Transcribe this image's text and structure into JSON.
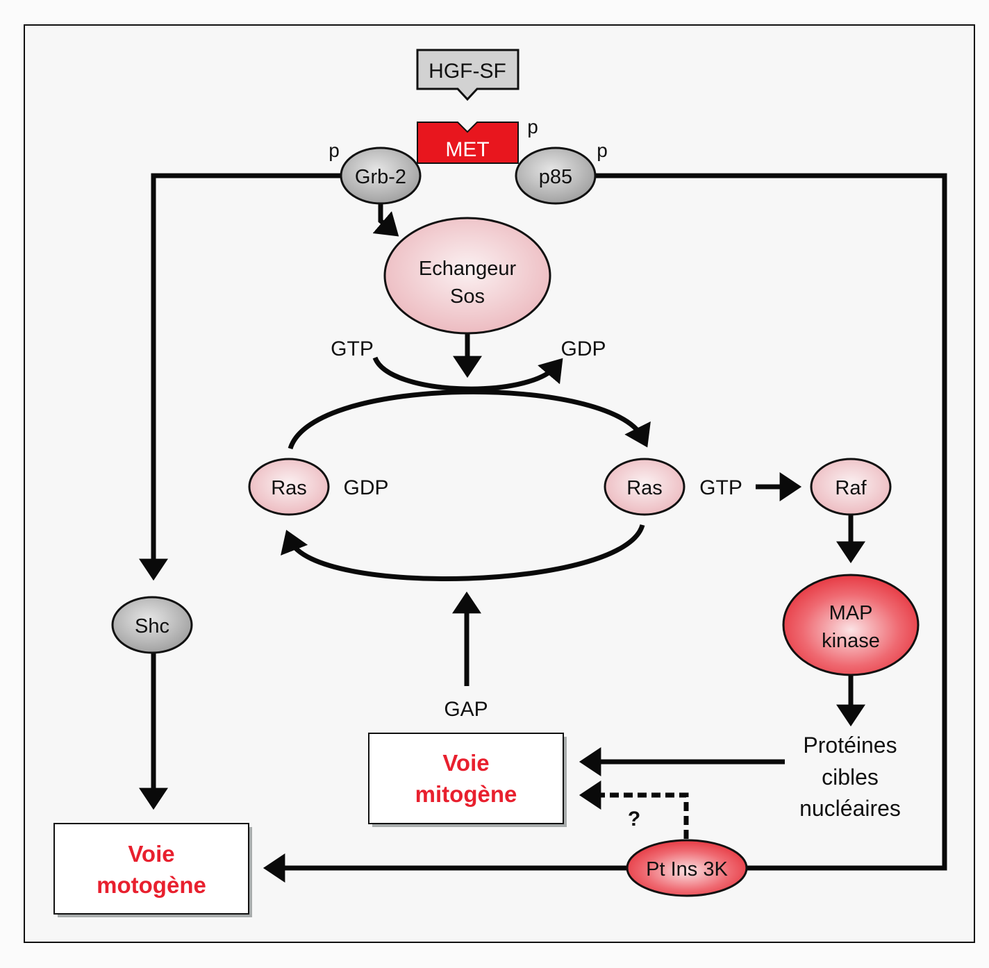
{
  "figure": {
    "ligand": "HGF-SF",
    "receptor": "MET",
    "phospho_marks": [
      "p",
      "p",
      "p"
    ],
    "adapters": {
      "grb2": "Grb-2",
      "p85": "p85",
      "shc": "Shc"
    },
    "exchanger": {
      "line1": "Echangeur",
      "line2": "Sos"
    },
    "exchange_labels": {
      "gtp_in": "GTP",
      "gdp_out": "GDP"
    },
    "ras_cycle": {
      "ras_inactive": "Ras",
      "ras_inactive_state": "GDP",
      "ras_active": "Ras",
      "ras_active_state": "GTP",
      "gap": "GAP"
    },
    "kinase_cascade": {
      "raf": "Raf",
      "mapk_line1": "MAP",
      "mapk_line2": "kinase",
      "targets_line1": "Protéines",
      "targets_line2": "cibles",
      "targets_line3": "nucléaires"
    },
    "pi3k": "Pt Ins 3K",
    "uncertain_mark": "?",
    "outputs": {
      "mitogenic_line1": "Voie",
      "mitogenic_line2": "mitogène",
      "motogenic_line1": "Voie",
      "motogenic_line2": "motogène"
    },
    "colors": {
      "met_red": "#e8161e",
      "output_text_red": "#e8202e",
      "grey_node": "#b8b8b8",
      "pink_node": "#f2c8cc",
      "red_node": "#e84a52"
    }
  }
}
